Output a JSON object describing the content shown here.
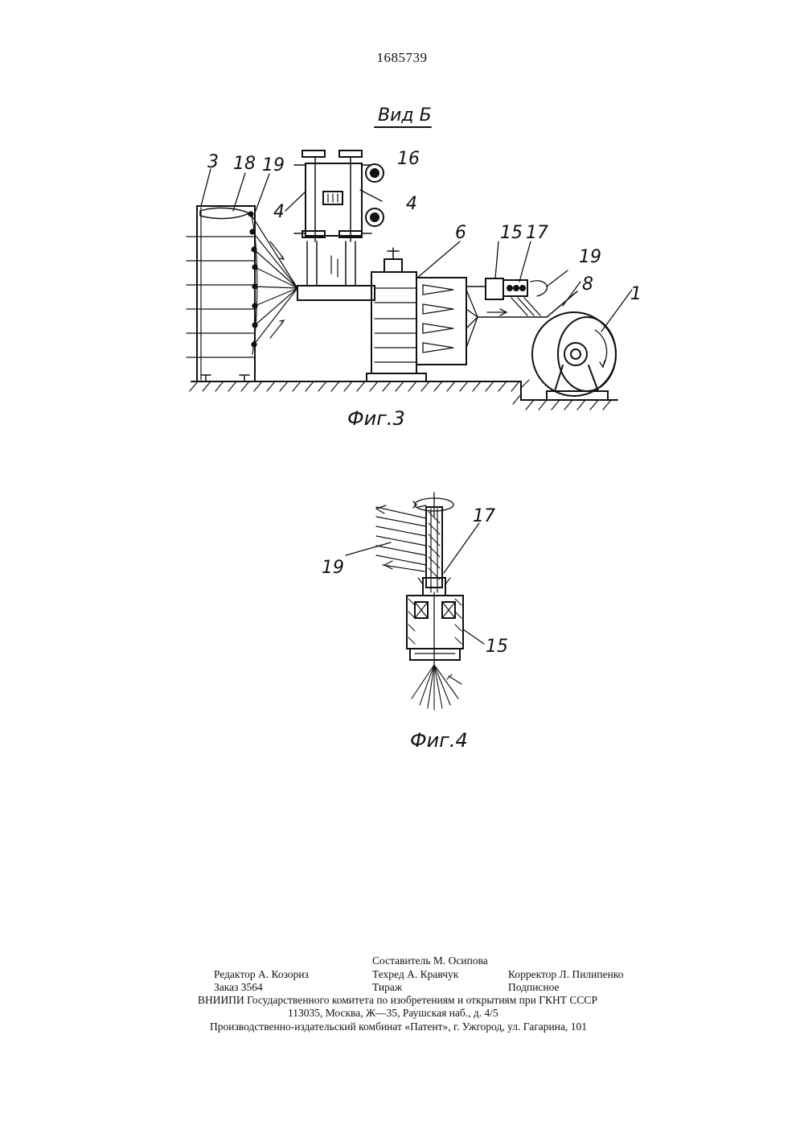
{
  "header": {
    "patent_number": "1685739"
  },
  "figure3": {
    "view_label": "Вид Б",
    "caption": "Фиг.3",
    "labels": {
      "l3": "3",
      "l18": "18",
      "l19a": "19",
      "l16": "16",
      "l4a": "4",
      "l4b": "4",
      "l6": "6",
      "l15": "15",
      "l17": "17",
      "l19b": "19",
      "l8": "8",
      "l1": "1"
    }
  },
  "figure4": {
    "caption": "Фиг.4",
    "labels": {
      "l17": "17",
      "l19": "19",
      "l15": "15"
    }
  },
  "imprint": {
    "compiler": "Составитель М. Осипова",
    "editor": "Редактор А. Козориз",
    "techred": "Техред А. Кравчук",
    "corrector": "Корректор Л. Пилипенко",
    "order": "Заказ 3564",
    "circulation": "Тираж",
    "subscription": "Подписное",
    "org": "ВНИИПИ Государственного комитета по изобретениям и открытиям при ГКНТ СССР",
    "address": "113035, Москва, Ж—35, Раушская наб., д. 4/5",
    "printer": "Производственно-издательский комбинат «Патент», г. Ужгород, ул. Гагарина, 101"
  }
}
